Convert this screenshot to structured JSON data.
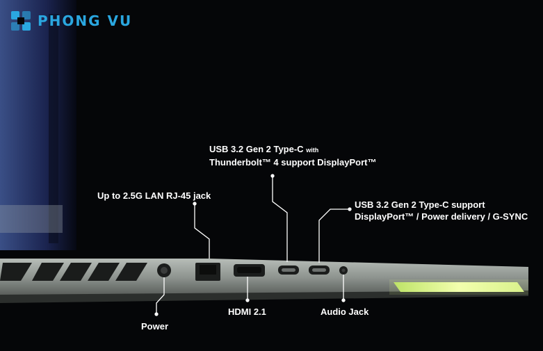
{
  "logo": {
    "text": "PHONG VU",
    "icon": "phongvu-logo-icon"
  },
  "labels": {
    "usb_tb_line1": "USB 3.2 Gen 2 Type-C",
    "usb_tb_line1_small": "with",
    "usb_tb_line2": "Thunderbolt™ 4 support DisplayPort™",
    "lan": "Up to 2.5G LAN RJ-45 jack",
    "usb_pd_line1": "USB 3.2 Gen 2 Type-C support",
    "usb_pd_line2": "DisplayPort™ / Power delivery / G-SYNC",
    "power": "Power",
    "hdmi": "HDMI 2.1",
    "audio": "Audio Jack"
  },
  "colors": {
    "logo": "#2aa7e0",
    "accent_glow": "#e8ff8a",
    "text": "#ffffff"
  }
}
